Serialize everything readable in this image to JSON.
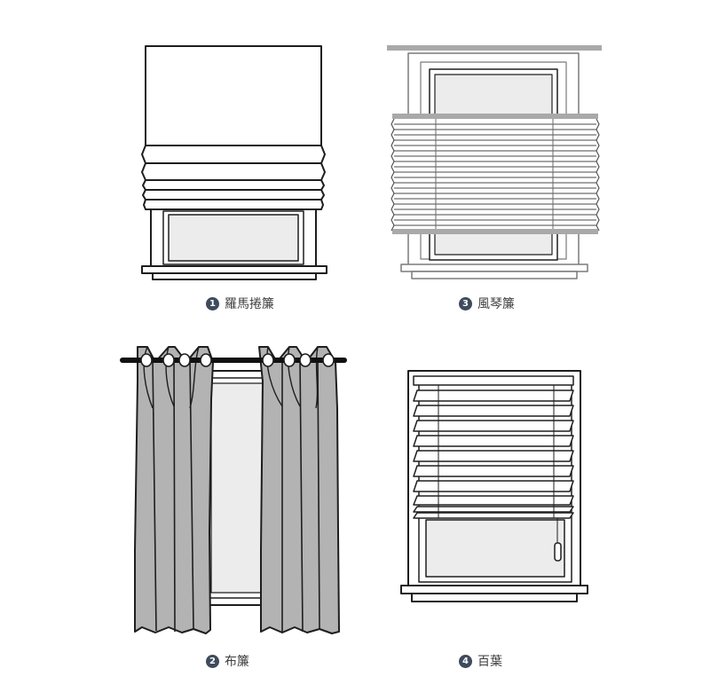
{
  "colors": {
    "stroke": "#1e1e1e",
    "glass": "#ececec",
    "rail": "#a9a9a9",
    "fabric": "#b3b3b3",
    "rod": "#111111",
    "badge": "#3e4b5c"
  },
  "panels": [
    {
      "number": "1",
      "label": "羅馬捲簾",
      "icon": "roman-shade-icon"
    },
    {
      "number": "2",
      "label": "布簾",
      "icon": "curtain-icon"
    },
    {
      "number": "3",
      "label": "風琴簾",
      "icon": "cellular-shade-icon"
    },
    {
      "number": "4",
      "label": "百葉",
      "icon": "venetian-blind-icon"
    }
  ]
}
